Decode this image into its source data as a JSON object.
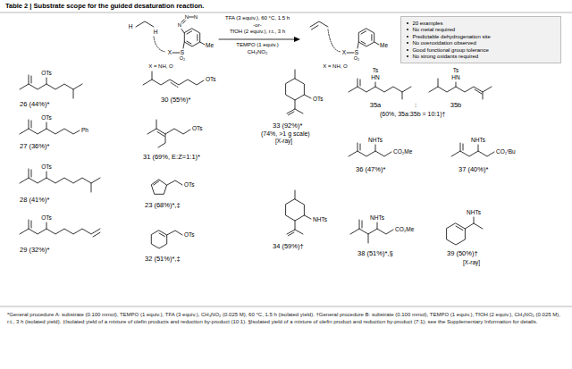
{
  "diagram": {
    "title": "Table 2 | Substrate scope for the guided desaturation reaction.",
    "nodes": [
      {
        "text": [
          "20 examples",
          "No metal required",
          "Predictable dehydrogenation site",
          "No overoxidation observed",
          "Good functional group tolerance",
          "No strong oxidants required"
        ]
      }
    ],
    "labels": [
      "H",
      "H",
      "N",
      "N",
      "N",
      "X",
      "S",
      "O₂",
      "Me",
      "X = NH, O",
      "TFA (3 equiv.), 60 °C, 1.5 h",
      "-or-",
      "TfOH (2 equiv.), r.t., 3 h",
      "TEMPO (1 equiv.)",
      "CH₃NO₂",
      "X",
      "S",
      "O₂",
      "Me",
      "X = NH, O",
      "OTs",
      "26 (44%)*",
      "OTs",
      "Ph",
      "27 (36%)*",
      "OTs",
      "28 (41%)*",
      "OTs",
      "29 (32%)*",
      "OTs",
      "30 (55%)*",
      "OTs",
      "31 (69%, E:Z=1:1)*",
      "OTs",
      "23 (68%)*,‡",
      "OTs",
      "32 (51%)*,‡",
      "OTs",
      "33 (92%)*",
      "(74%, >1 g scale)",
      "[X-ray]",
      "NHTs",
      "34 (59%)†",
      "Ts",
      "HN",
      "Ts",
      "HN",
      "35a",
      ":",
      "35b",
      "(60%, 35a:35b = 10:1)†",
      "NHTs",
      "CO₂Me",
      "36 (47%)*",
      "NHTs",
      "CO₂ᵗBu",
      "37 (40%)*",
      "NHTs",
      "CO₂Me",
      "38 (51%)*,§",
      "NHTs",
      "39 (50%)†",
      "[X-ray]",
      "*General procedure A: substrate (0.100 mmol), TEMPO (1 equiv.), TFA (3 equiv.), CH₃NO₂ (0.025 M), 60 °C, 1.5 h (isolated yield). †General procedure B: substrate (0.100 mmol), TEMPO (1 equiv.), TfOH (2 equiv.), CH₃NO₂ (0.025 M), r.t., 3 h (isolated yield). ‡Isolated yield of a mixture of olefin products and reduction by-product (10:1). §Isolated yield of a mixture of olefin product and reduction by-product (7:1); see the Supplementary Information for details."
    ]
  }
}
